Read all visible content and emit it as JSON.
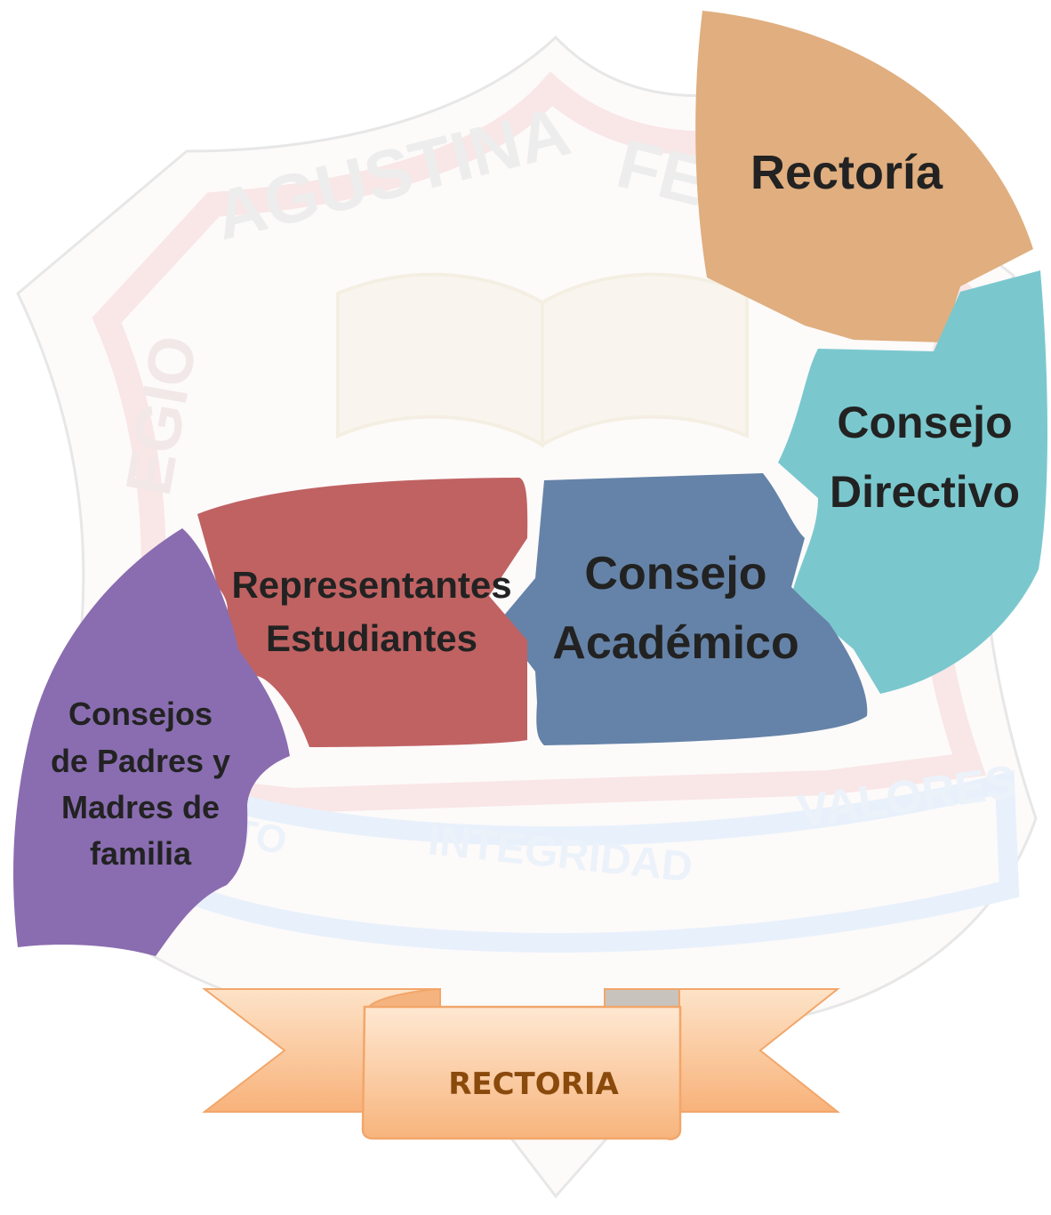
{
  "crest": {
    "arc_top_left": "AGUSTINA",
    "arc_top_right": "FE",
    "arc_left": "EGIO",
    "ribbon_left": "TO",
    "ribbon_middle": "INTEGRIDAD",
    "ribbon_right": "VALORES"
  },
  "shapes": {
    "rectoria": {
      "label": "Rectoría",
      "color": "#E0AE7F"
    },
    "consejo_directivo": {
      "line1": "Consejo",
      "line2": "Directivo",
      "color": "#7AC8CE"
    },
    "consejo_academico": {
      "line1": "Consejo",
      "line2": "Académico",
      "color": "#6583A8"
    },
    "representantes": {
      "line1": "Representantes",
      "line2": "Estudiantes",
      "color": "#C06262"
    },
    "consejos_padres": {
      "line1": "Consejos",
      "line2": "de Padres y",
      "line3": "Madres de",
      "line4": "familia",
      "color": "#8A6DB0"
    }
  },
  "banner": {
    "label": "RECTORIA",
    "color": "#FBC99B"
  }
}
